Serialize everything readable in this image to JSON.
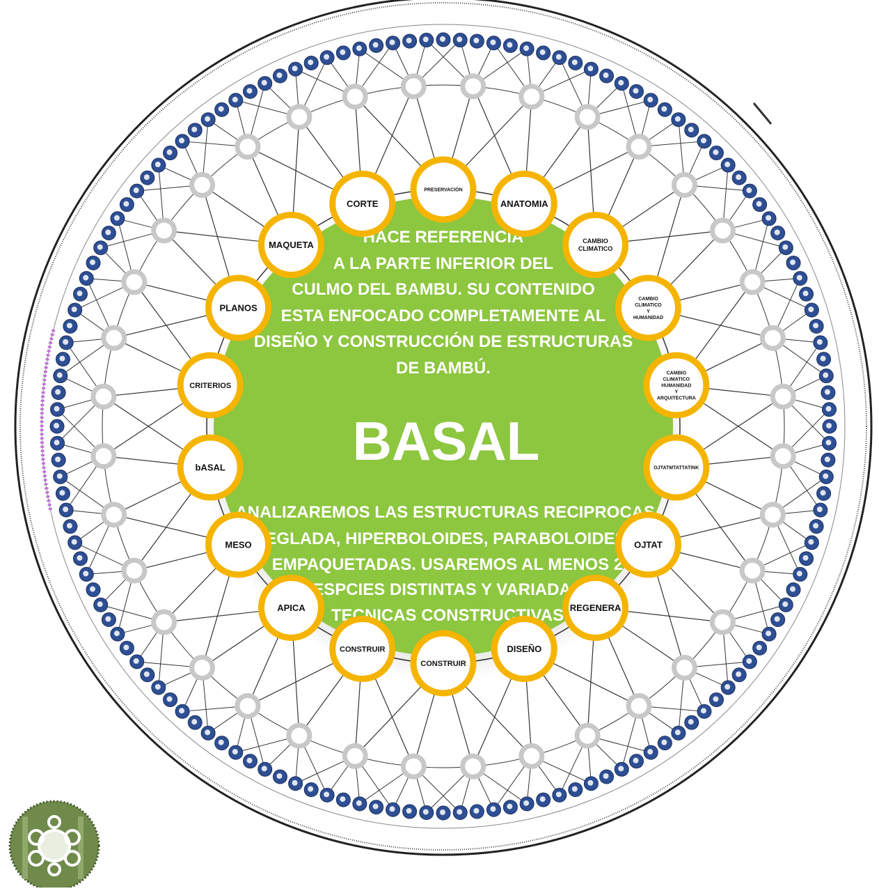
{
  "center": {
    "title": "BASAL",
    "top_lines": [
      "HACE REFERENCIA",
      "A LA PARTE INFERIOR DEL",
      "CULMO DEL BAMBU. SU CONTENIDO",
      "ESTA ENFOCADO COMPLETAMENTE AL",
      "DISEÑO Y CONSTRUCCIÓN DE ESTRUCTURAS",
      "DE BAMBÚ."
    ],
    "bottom_lines": [
      "ANALIZAREMOS LAS ESTRUCTURAS RECIPROCAS,",
      "REGLADA, HIPERBOLOIDES, PARABOLOIDES Y",
      "EMPAQUETADAS. USAREMOS  AL MENOS 2",
      "ESPCIES DISTINTAS Y VARIADAS",
      "TECNICAS CONSTRUCTIVAS"
    ]
  },
  "nodes": [
    {
      "lines": [
        "PRESERVACIÓN"
      ]
    },
    {
      "lines": [
        "ANATOMIA"
      ]
    },
    {
      "lines": [
        "CAMBIO",
        "CLIMATICO"
      ]
    },
    {
      "lines": [
        "CAMBIO",
        "CLIMATICO",
        "Y",
        "HUMANIDAD"
      ]
    },
    {
      "lines": [
        "CAMBIO",
        "CLIMATICO",
        "HUMANIDAD",
        "Y",
        "ARQUITECTURA"
      ]
    },
    {
      "lines": [
        "OJTATMTATTATINK"
      ]
    },
    {
      "lines": [
        "OJTAT"
      ]
    },
    {
      "lines": [
        "REGENERA"
      ]
    },
    {
      "lines": [
        "DISEÑO"
      ]
    },
    {
      "lines": [
        "CONSTRUIR"
      ]
    },
    {
      "lines": [
        "CONSTRUIR"
      ]
    },
    {
      "lines": [
        "APICA"
      ]
    },
    {
      "lines": [
        "MESO"
      ]
    },
    {
      "lines": [
        "bASAL"
      ]
    },
    {
      "lines": [
        "CRITERIOS"
      ]
    },
    {
      "lines": [
        "PLANOS"
      ]
    },
    {
      "lines": [
        "MAQUETA"
      ]
    },
    {
      "lines": [
        "CORTE"
      ]
    }
  ],
  "colors": {
    "center_fill": "#8dc63f",
    "node_ring": "#f5b400",
    "mid_ring": "#c8c8c8",
    "outer_dots": "#2e4f94",
    "accent_arc": "#c070d8",
    "lines": "#333333"
  },
  "counts": {
    "inner_nodes": 18,
    "mid_nodes": 36,
    "outer_dots": 144
  }
}
